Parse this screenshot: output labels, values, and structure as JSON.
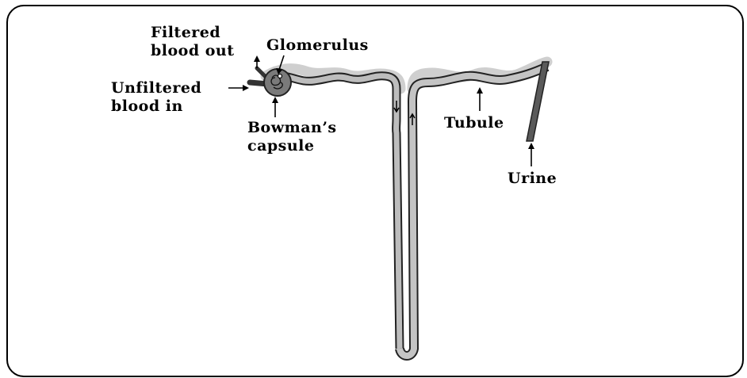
{
  "labels": {
    "filtered_blood_out": [
      "Filtered",
      "blood out"
    ],
    "glomerulus": "Glomerulus",
    "unfiltered_blood_in": [
      "Unfiltered",
      "blood in"
    ],
    "bowmans_capsule": [
      "Bowman’s",
      "capsule"
    ],
    "tubule": "Tubule",
    "urine": "Urine"
  },
  "colors": {
    "tubule_fill": "#bdbdbd",
    "tubule_outline": "#222222",
    "duct_fill": "#5a5a5a",
    "capsule_fill": "#7a7a7a",
    "shadow": "#cfcfcf"
  }
}
